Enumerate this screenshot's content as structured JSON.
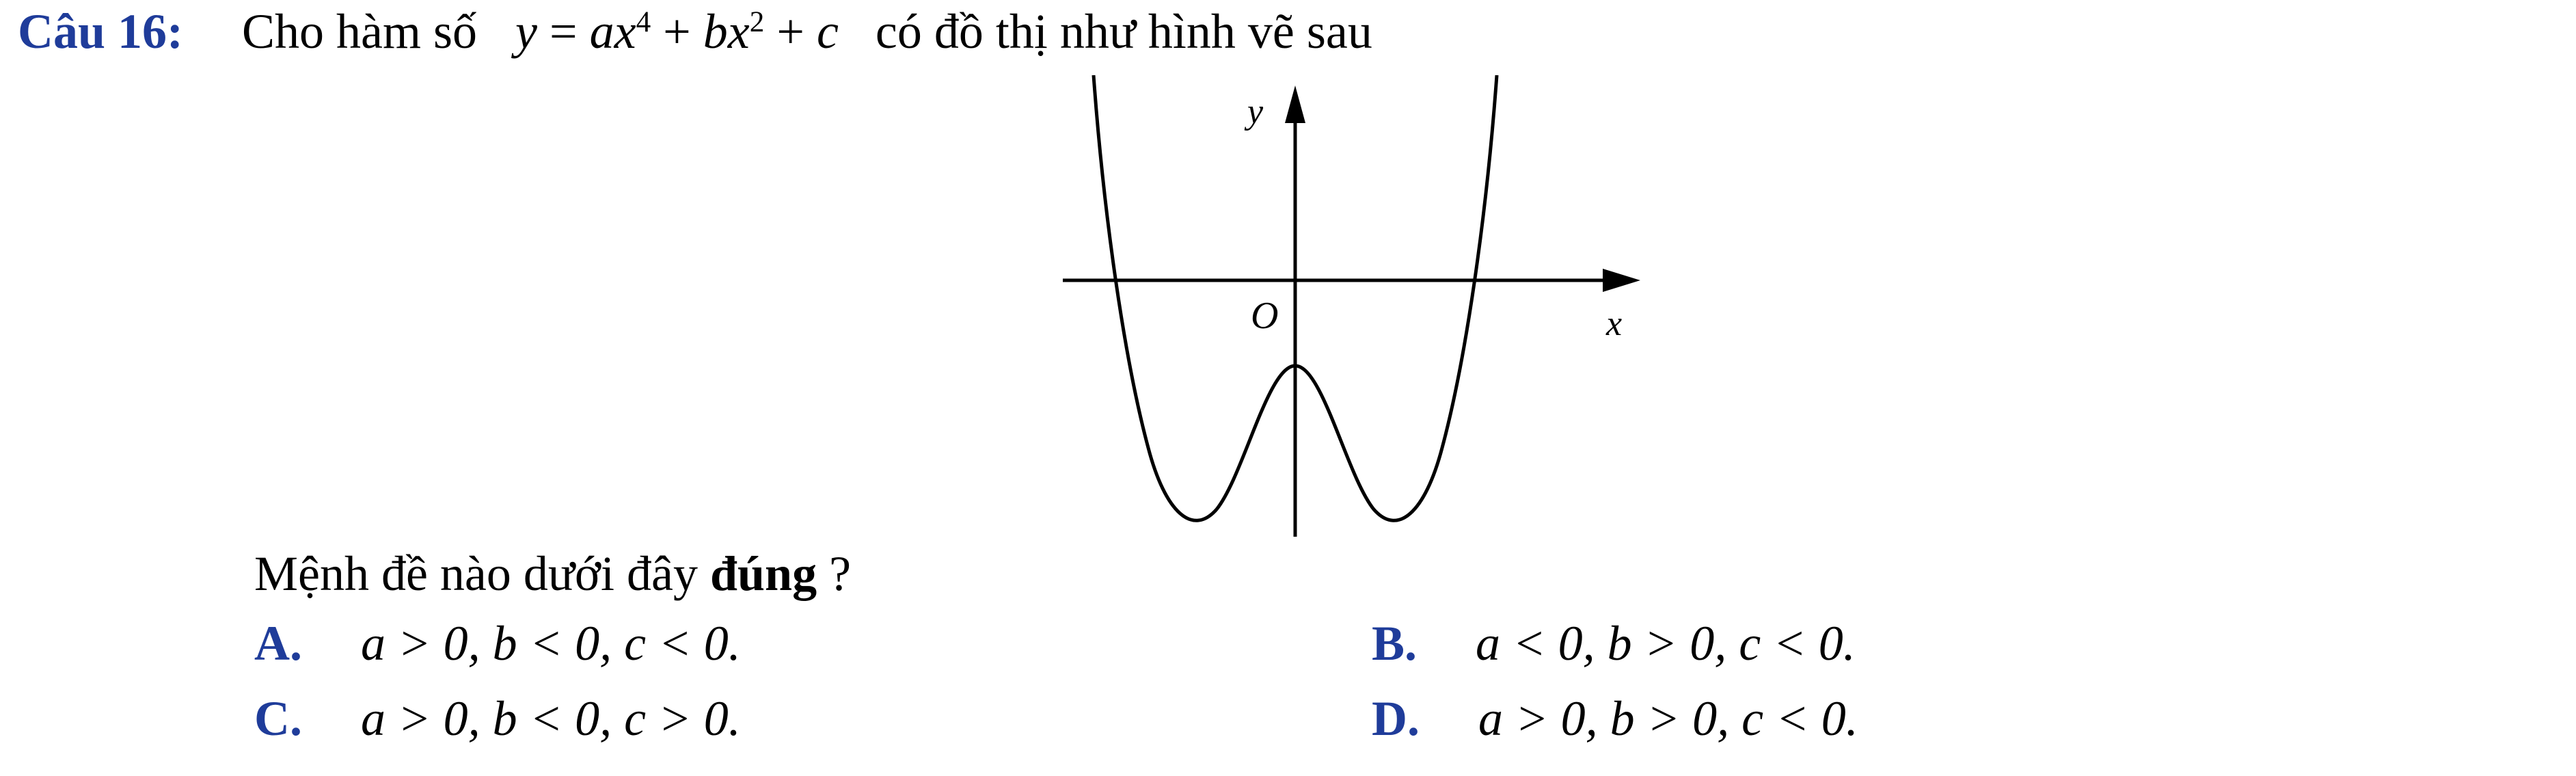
{
  "question": {
    "label": "Câu 16:",
    "intro": "Cho hàm số",
    "formula": {
      "y": "y",
      "eq": " = ",
      "a": "a",
      "x1": "x",
      "exp1": "4",
      "plus1": " + ",
      "b": "b",
      "x2": "x",
      "exp2": "2",
      "plus2": " + ",
      "c": "c"
    },
    "outro": "có đồ thị như hình vẽ sau"
  },
  "graph": {
    "y_label": "y",
    "x_label": "x",
    "origin_label": "O",
    "curve": "y = ax^4 + bx^2 + c",
    "local_max_below_x_axis": true,
    "arrow_color": "#000000"
  },
  "prompt": {
    "text": "Mệnh đề nào dưới đây ",
    "bold": "đúng",
    "tail": " ?"
  },
  "options": {
    "A": {
      "label": "A.",
      "text": "a > 0, b < 0, c < 0."
    },
    "B": {
      "label": "B.",
      "text": "a < 0, b > 0, c < 0."
    },
    "C": {
      "label": "C.",
      "text": "a > 0, b < 0, c > 0."
    },
    "D": {
      "label": "D.",
      "text": "a > 0, b > 0, c < 0."
    }
  },
  "colors": {
    "label_blue": "#1f3c9a",
    "text": "#000000"
  }
}
